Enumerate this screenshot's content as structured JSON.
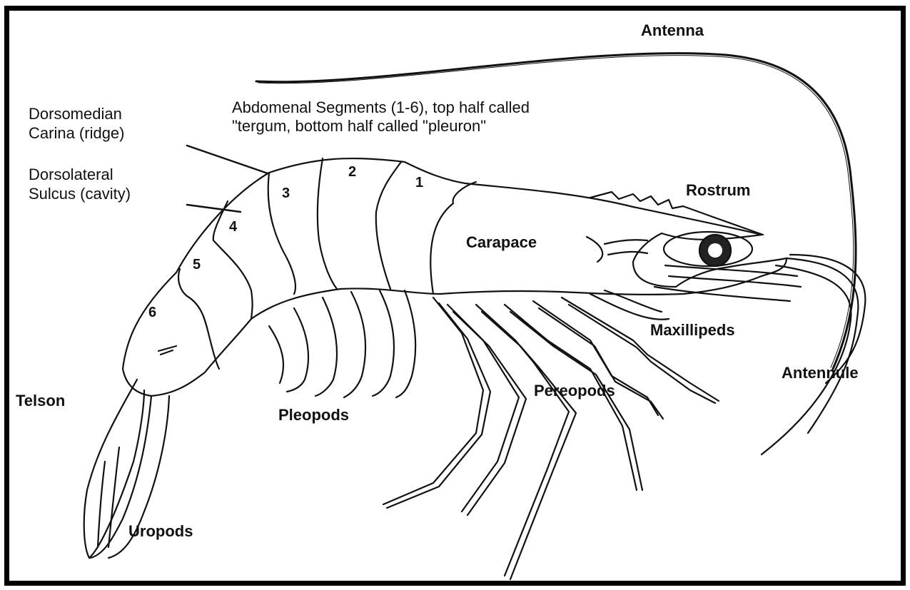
{
  "labels": {
    "antenna": "Antenna",
    "abdominal_segments_line1": "Abdomenal Segments (1-6), top half called",
    "abdominal_segments_line2": "\"tergum, bottom half called \"pleuron\"",
    "dorsomedian_line1": "Dorsomedian",
    "dorsomedian_line2": "Carina (ridge)",
    "dorsolateral_line1": "Dorsolateral",
    "dorsolateral_line2": "Sulcus (cavity)",
    "rostrum": "Rostrum",
    "carapace": "Carapace",
    "maxillipeds": "Maxillipeds",
    "antennule": "Antennule",
    "pereopods": "Pereopods",
    "pleopods": "Pleopods",
    "telson": "Telson",
    "uropods": "Uropods"
  },
  "segment_numbers": [
    "1",
    "2",
    "3",
    "4",
    "5",
    "6"
  ]
}
